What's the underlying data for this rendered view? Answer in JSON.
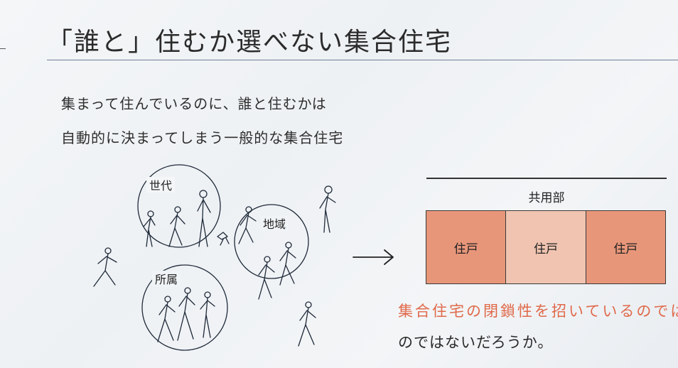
{
  "title": "「誰と」住むか選べない集合住宅",
  "description": {
    "line1": "集まって住んでいるのに、誰と住むかは",
    "line2": "自動的に決まってしまう一般的な集合住宅"
  },
  "groups": {
    "generation": "世代",
    "region": "地域",
    "affiliation": "所属"
  },
  "building": {
    "common_label": "共用部",
    "units": [
      {
        "label": "住戸",
        "color": "#e8967a"
      },
      {
        "label": "住戸",
        "color": "#f0c4b0"
      },
      {
        "label": "住戸",
        "color": "#e8967a"
      }
    ]
  },
  "question": {
    "line1": "集合住宅の閉鎖性を招いているのではないだろうか。",
    "line2": "のではないだろうか。"
  },
  "colors": {
    "accent": "#e0694a",
    "rule": "#6f7f9a",
    "figure_line": "#1f2a3a"
  }
}
